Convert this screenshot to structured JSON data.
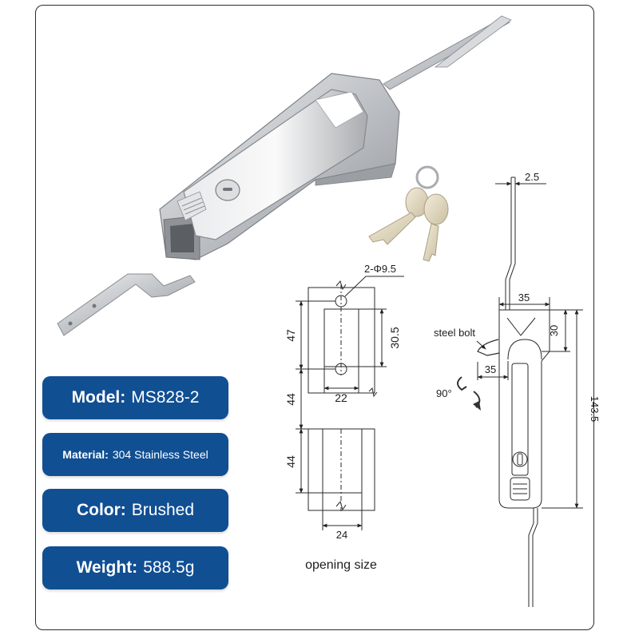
{
  "specs": {
    "model_key": "Model:",
    "model_value": "MS828-2",
    "material_key": "Material:",
    "material_value": "304 Stainless Steel",
    "color_key": "Color:",
    "color_value": "Brushed",
    "weight_key": "Weight:",
    "weight_value": "588.5g"
  },
  "opening_drawing": {
    "hole_label": "2-Φ9.5",
    "dim_47": "47",
    "dim_30_5": "30.5",
    "dim_22": "22",
    "dim_44_upper": "44",
    "dim_44_lower": "44",
    "dim_24": "24",
    "caption": "opening size"
  },
  "side_drawing": {
    "dim_2_5": "2.5",
    "dim_35_top": "35",
    "dim_30": "30",
    "bolt_label": "steel bolt",
    "dim_35_bolt": "35",
    "angle_label": "90°",
    "dim_143_5": "143.5"
  },
  "colors": {
    "badge_blue": "#114f93",
    "frame": "#2b2b2b",
    "steel": "#c9ccd0"
  }
}
